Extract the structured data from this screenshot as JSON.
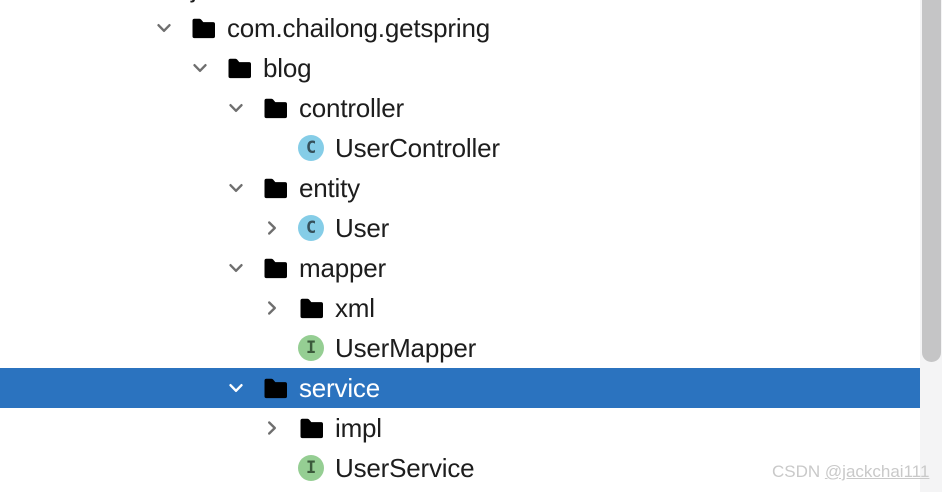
{
  "tree": {
    "rows": [
      {
        "label": "java",
        "level": 0,
        "type": "folder",
        "chevron": "down",
        "selected": false,
        "note": "clipped at top edge, only descender visible"
      },
      {
        "label": "com.chailong.getspring",
        "level": 1,
        "type": "folder",
        "chevron": "down",
        "selected": false
      },
      {
        "label": "blog",
        "level": 2,
        "type": "folder",
        "chevron": "down",
        "selected": false
      },
      {
        "label": "controller",
        "level": 3,
        "type": "folder",
        "chevron": "down",
        "selected": false
      },
      {
        "label": "UserController",
        "level": 4,
        "type": "class",
        "chevron": "none",
        "selected": false
      },
      {
        "label": "entity",
        "level": 3,
        "type": "folder",
        "chevron": "down",
        "selected": false
      },
      {
        "label": "User",
        "level": 4,
        "type": "class",
        "chevron": "right",
        "selected": false
      },
      {
        "label": "mapper",
        "level": 3,
        "type": "folder",
        "chevron": "down",
        "selected": false
      },
      {
        "label": "xml",
        "level": 4,
        "type": "folder",
        "chevron": "right",
        "selected": false
      },
      {
        "label": "UserMapper",
        "level": 4,
        "type": "interface",
        "chevron": "none",
        "selected": false
      },
      {
        "label": "service",
        "level": 3,
        "type": "folder",
        "chevron": "down",
        "selected": true
      },
      {
        "label": "impl",
        "level": 4,
        "type": "folder",
        "chevron": "right",
        "selected": false
      },
      {
        "label": "UserService",
        "level": 4,
        "type": "interface",
        "chevron": "none",
        "selected": false
      }
    ]
  },
  "icons": {
    "class_letter": "C",
    "interface_letter": "I"
  },
  "watermark": {
    "prefix": "CSDN ",
    "handle": "@jackchai111"
  },
  "colors": {
    "selection_background": "#2b73bf",
    "selection_text": "#ffffff",
    "tree_text": "#1d1d1d",
    "folder_icon": "#a9b3bd",
    "class_icon_background": "#85cde7",
    "interface_icon_background": "#95ce93",
    "chevron": "#6f6f6f",
    "scrollbar_track": "#f4f4f5",
    "scrollbar_thumb": "#c5c5c6",
    "watermark_text": "#c9c9c9"
  }
}
